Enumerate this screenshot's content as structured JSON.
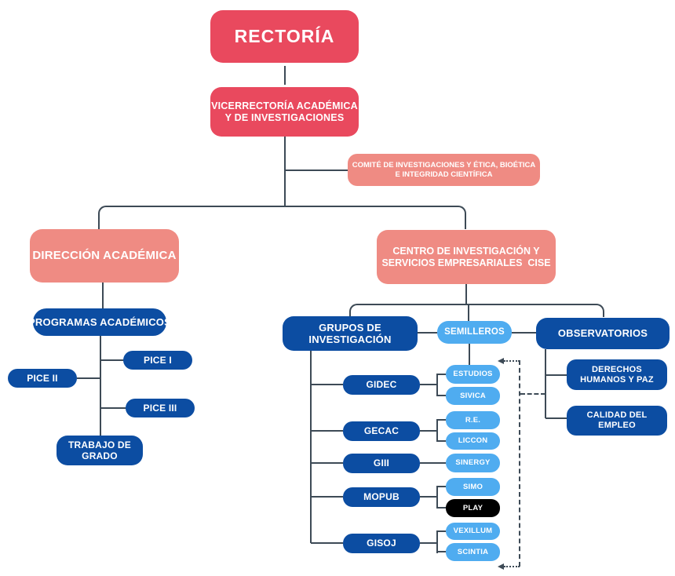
{
  "diagram_title": "Organigrama Vicerrectoría Académica y de Investigaciones",
  "colors": {
    "primary_red": "#E9495E",
    "salmon": "#EF8B83",
    "dark_blue": "#0C4DA2",
    "light_blue": "#4FACF0",
    "black_node": "#000000",
    "connector": "#3D4A56",
    "background": "#FFFFFF",
    "text": "#FFFFFF"
  },
  "nodes": {
    "rectoria": {
      "label": "RECTORÍA"
    },
    "vicerrectoria": {
      "line1": "VICERRECTORÍA ACADÉMICA",
      "line2": "Y DE INVESTIGACIONES"
    },
    "comite": {
      "line1": "COMITÉ DE INVESTIGACIONES Y ÉTICA, BIOÉTICA",
      "line2": "E INTEGRIDAD CIENTÍFICA"
    },
    "direccion": {
      "label": "DIRECCIÓN ACADÉMICA"
    },
    "cise": {
      "line1": "CENTRO DE INVESTIGACIÓN Y",
      "line2": "SERVICIOS EMPRESARIALES  CISE"
    },
    "programas": {
      "label": "PROGRAMAS ACADÉMICOS"
    },
    "pice1": {
      "label": "PICE I"
    },
    "pice2": {
      "label": "PICE II"
    },
    "pice3": {
      "label": "PICE III"
    },
    "trabajo_grado": {
      "line1": "TRABAJO DE",
      "line2": "GRADO"
    },
    "grupos": {
      "line1": "GRUPOS DE",
      "line2": "INVESTIGACIÓN"
    },
    "semilleros": {
      "label": "SEMILLEROS"
    },
    "observatorios": {
      "label": "OBSERVATORIOS"
    },
    "gidec": {
      "label": "GIDEC"
    },
    "gecac": {
      "label": "GECAC"
    },
    "giii": {
      "label": "GIII"
    },
    "mopub": {
      "label": "MOPUB"
    },
    "gisoj": {
      "label": "GISOJ"
    },
    "estudios": {
      "label": "ESTUDIOS"
    },
    "sivica": {
      "label": "SIVICA"
    },
    "re": {
      "label": "R.E."
    },
    "liccon": {
      "label": "LICCON"
    },
    "sinergy": {
      "label": "SINERGY"
    },
    "simo": {
      "label": "SIMO"
    },
    "play": {
      "label": "PLAY"
    },
    "vexillum": {
      "label": "VEXILLUM"
    },
    "scintia": {
      "label": "SCINTIA"
    },
    "derechos": {
      "line1": "DERECHOS",
      "line2": "HUMANOS Y PAZ"
    },
    "calidad": {
      "line1": "CALIDAD DEL",
      "line2": "EMPLEO"
    }
  },
  "edges": [
    [
      "rectoria",
      "vicerrectoria"
    ],
    [
      "vicerrectoria",
      "comite"
    ],
    [
      "vicerrectoria",
      "direccion"
    ],
    [
      "vicerrectoria",
      "cise"
    ],
    [
      "direccion",
      "programas"
    ],
    [
      "programas",
      "pice1"
    ],
    [
      "programas",
      "pice2"
    ],
    [
      "programas",
      "pice3"
    ],
    [
      "programas",
      "trabajo_grado"
    ],
    [
      "cise",
      "grupos"
    ],
    [
      "cise",
      "semilleros"
    ],
    [
      "cise",
      "observatorios"
    ],
    [
      "semilleros",
      "estudios"
    ],
    [
      "grupos",
      "gidec"
    ],
    [
      "grupos",
      "gecac"
    ],
    [
      "grupos",
      "giii"
    ],
    [
      "grupos",
      "mopub"
    ],
    [
      "grupos",
      "gisoj"
    ],
    [
      "gidec",
      "estudios"
    ],
    [
      "gidec",
      "sivica"
    ],
    [
      "gecac",
      "re"
    ],
    [
      "gecac",
      "liccon"
    ],
    [
      "giii",
      "sinergy"
    ],
    [
      "mopub",
      "simo"
    ],
    [
      "mopub",
      "play"
    ],
    [
      "gisoj",
      "vexillum"
    ],
    [
      "gisoj",
      "scintia"
    ],
    [
      "observatorios",
      "derechos"
    ],
    [
      "observatorios",
      "calidad"
    ]
  ],
  "dashed_links": [
    [
      "observatorios",
      "estudios"
    ],
    [
      "observatorios",
      "scintia"
    ]
  ]
}
